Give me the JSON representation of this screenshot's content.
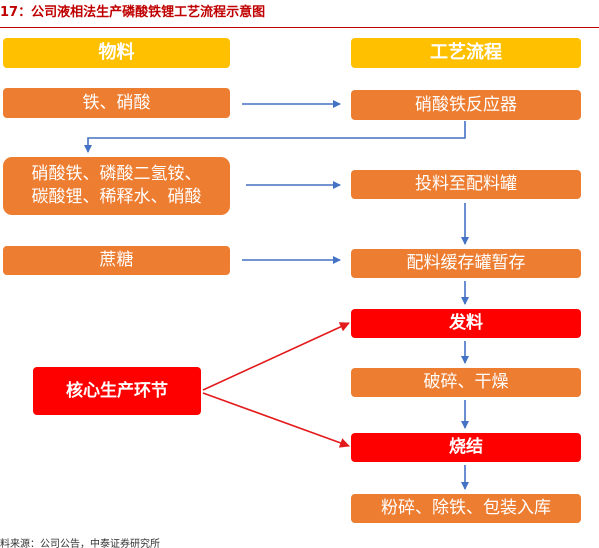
{
  "title": "17：公司液相法生产磷酸铁锂工艺流程示意图",
  "headers": {
    "left": "物料",
    "right": "工艺流程"
  },
  "materials": {
    "iron": "铁、硝酸",
    "mix": "硝酸铁、磷酸二氢铵、\n碳酸锂、稀释水、硝酸",
    "sucrose": "蔗糖"
  },
  "core": "核心生产环节",
  "steps": {
    "reactor": "硝酸铁反应器",
    "feed_tank": "投料至配料罐",
    "buffer": "配料缓存罐暂存",
    "dispatch": "发料",
    "crush_dry": "破碎、干燥",
    "sinter": "烧结",
    "final": "粉碎、除铁、包装入库"
  },
  "source": "料来源：公司公告，中泰证券研究所",
  "colors": {
    "header": "#ffc000",
    "step": "#ed7d31",
    "highlight": "#ff0000",
    "arrow_blue": "#4472c4",
    "arrow_red": "#e31a1c"
  }
}
